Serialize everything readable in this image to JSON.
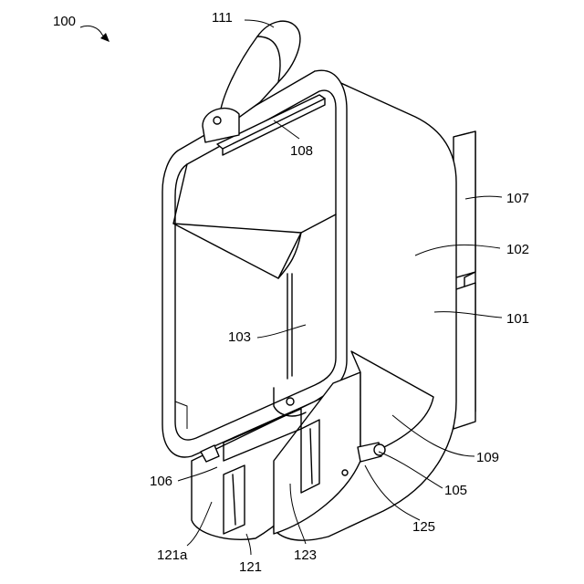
{
  "labels": {
    "l100": "100",
    "l111": "111",
    "l108": "108",
    "l107": "107",
    "l102": "102",
    "l101": "101",
    "l103": "103",
    "l109": "109",
    "l106": "106",
    "l105": "105",
    "l125": "125",
    "l121a": "121a",
    "l123": "123",
    "l121": "121"
  }
}
